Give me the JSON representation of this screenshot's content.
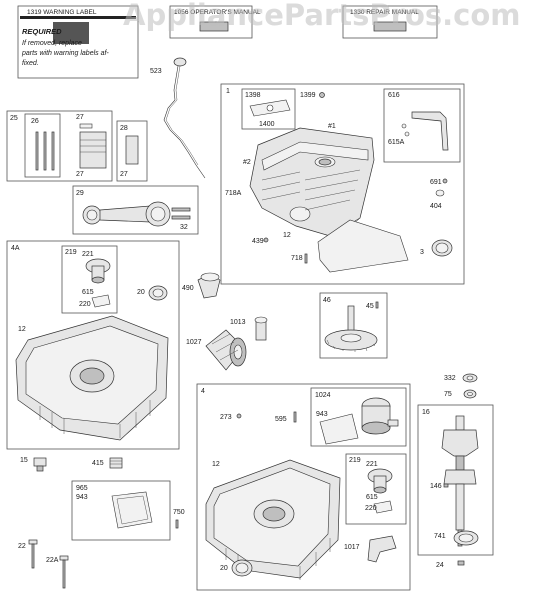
{
  "watermark": "AppliancePartsPros.com",
  "documents": {
    "warning_label": "1319 WARNING LABEL",
    "operators_manual": "1056 OPERATOR'S MANUAL",
    "repair_manual": "1330 REPAIR MANUAL",
    "warning_heading": "REQUIRED",
    "warning_lines": [
      "If removed, replace",
      "parts with warning labels af-",
      "fixed."
    ]
  },
  "callouts": {
    "p523": "523",
    "p1": "1",
    "p1398": "1398",
    "p1399": "1399",
    "p1400": "1400",
    "p616": "616",
    "p615A_top": "615A",
    "p691": "691",
    "p404": "404",
    "p3": "3",
    "p718A": "718A",
    "p718": "718",
    "p439": "439",
    "p12_top": "12",
    "p25": "25",
    "p26": "26",
    "p27a": "27",
    "p27b": "27",
    "p28": "28",
    "p27c": "27",
    "p29": "29",
    "p32": "32",
    "p4A": "4A",
    "p219a": "219",
    "p221a": "221",
    "p615a": "615",
    "p220a": "220",
    "p20a": "20",
    "p490": "490",
    "p12a": "12",
    "p1013": "1013",
    "p1027": "1027",
    "p46": "46",
    "p45": "45",
    "p15": "15",
    "p415": "415",
    "p965": "965",
    "p943a": "943",
    "p750": "750",
    "p22": "22",
    "p22A": "22A",
    "p4": "4",
    "p273": "273",
    "p595": "595",
    "p1024": "1024",
    "p943b": "943",
    "p12b": "12",
    "p219b": "219",
    "p221b": "221",
    "p615b": "615",
    "p220b": "220",
    "p1017": "1017",
    "p20b": "20",
    "p332": "332",
    "p75": "75",
    "p16": "16",
    "p146": "146",
    "p741": "741",
    "p24": "24"
  },
  "cylinder_marks": {
    "cyl1": "#1",
    "cyl2": "#2"
  }
}
